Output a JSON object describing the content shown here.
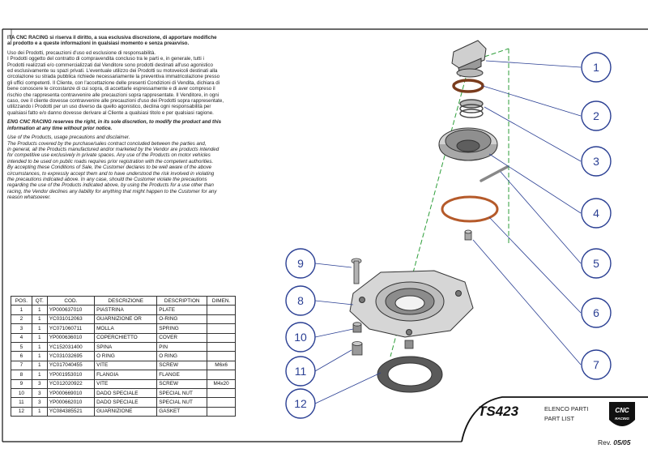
{
  "legal": {
    "it_heading": "ITA  CNC RACING si riserva il diritto, a sua esclusiva discrezione, di apportare modifiche\n     al prodotto e a queste informazioni in qualsiasi momento e senza preavviso.",
    "it_body": "Uso dei Prodotti, precauzioni d'uso ed esclusione di responsabilità.\nI Prodotti oggetto del contratto di compravendita concluso tra le parti e, in generale, tutti i\nProdotti realizzati e/o commercializzati dal Venditore sono prodotti destinati all'uso agonistico\ned esclusivamente su spazi privati. L'eventuale utilizzo dei Prodotti su motoveicoli destinati alla\ncircolazione su strada pubblica richiede necessariamente la preventiva immatricolazione presso\ngli uffici competenti. Il Cliente, con l'accettazione delle presenti Condizioni di Vendita, dichiara di\nbene conoscere le circostanze di cui sopra, di accettarle espressamente e di aver compreso il\nrischio che rappresenta contravvenire alle precauzioni sopra rappresentate. Il Venditore, in ogni\ncaso, ove il cliente dovesse contravvenire alle precauzioni d'uso dei Prodotti sopra rappresentate,\nutilizzando i Prodotti per un uso diverso da quello agonistico, declina ogni responsabilità per\nqualsiasi fatto e/o danno dovesse derivare al Cliente a qualsiasi titolo e per qualsiasi ragione.",
    "en_heading": "ENG  CNC RACING reserves the right, in its sole discretion, to modify the product and this\n     information at any time without prior notice.",
    "en_body": "Use of the Products, usage precautions and disclaimer.\nThe Products covered by the purchase/sales contract concluded between the parties and,\nin general, all the Products manufactured and/or marketed by the Vendor are products intended\nfor competitive use exclusively in private spaces. Any use of the Products on motor vehicles\nintended to be used on public roads requires prior registration with the competent authorities.\nBy accepting these Conditions of Sale, the Customer declares to be well aware of the above\ncircumstances, to expressly accept them and to have understood the risk involved in violating\nthe precautions indicated above. In any case, should the Customer violate the precautions\nregarding the use of the Products indicated above, by using the Products for a use other than\nracing, the Vendor declines any liability for anything that might happen to the Customer for any\nreason whatsoever."
  },
  "table": {
    "headers": [
      "POS.",
      "QT.",
      "COD.",
      "DESCRIZIONE",
      "DESCRIPTION",
      "DIMEN."
    ],
    "rows": [
      [
        "1",
        "1",
        "YP000637010",
        "PIASTRINA",
        "PLATE",
        ""
      ],
      [
        "2",
        "1",
        "YC031012063",
        "GUARNIZIONE OR",
        "O-RING",
        ""
      ],
      [
        "3",
        "1",
        "YC071060711",
        "MOLLA",
        "SPRING",
        ""
      ],
      [
        "4",
        "1",
        "YP000636010",
        "COPERCHIETTO",
        "COVER",
        ""
      ],
      [
        "5",
        "1",
        "YC152031400",
        "SPINA",
        "PIN",
        ""
      ],
      [
        "6",
        "1",
        "YC031032695",
        "O RING",
        "O RING",
        ""
      ],
      [
        "7",
        "1",
        "YC017040455",
        "VITE",
        "SCREW",
        "M6x6"
      ],
      [
        "8",
        "1",
        "YP001953010",
        "FLANGIA",
        "FLANGE",
        ""
      ],
      [
        "9",
        "3",
        "YC012020922",
        "VITE",
        "SCREW",
        "M4x20"
      ],
      [
        "10",
        "3",
        "YP000669010",
        "DADO SPECIALE",
        "SPECIAL NUT",
        ""
      ],
      [
        "11",
        "3",
        "YP000662010",
        "DADO SPECIALE",
        "SPECIAL NUT",
        ""
      ],
      [
        "12",
        "1",
        "YC084385521",
        "GUARNIZIONE",
        "GASKET",
        ""
      ]
    ]
  },
  "title_block": {
    "code": "TS423",
    "title_it": "ELENCO PARTI",
    "title_en": "PART LIST",
    "rev_label": "Rev.",
    "rev_value": "05/05",
    "logo_line1": "CNC",
    "logo_line2": "RACING"
  },
  "callouts": [
    "1",
    "2",
    "3",
    "4",
    "5",
    "6",
    "7",
    "8",
    "9",
    "10",
    "11",
    "12"
  ],
  "colors": {
    "callout": "#2a3f93",
    "axis": "#2e9e3a",
    "oring": "#b55a2a",
    "border": "#111111"
  }
}
